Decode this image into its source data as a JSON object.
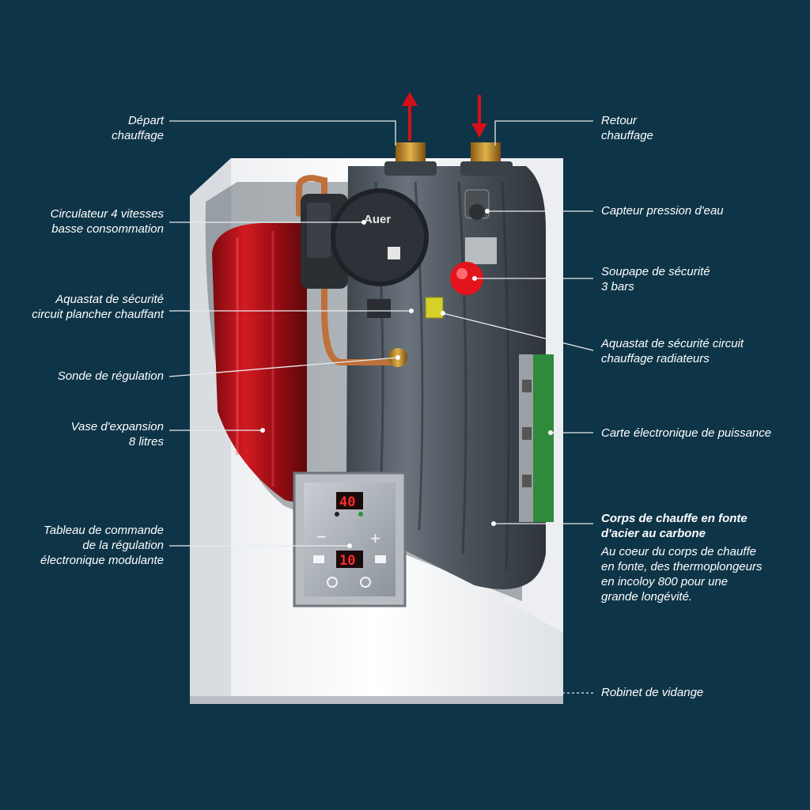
{
  "labels": {
    "depart": "Départ\nchauffage",
    "retour": "Retour\nchauffage",
    "circulateur": "Circulateur 4 vitesses\nbasse consommation",
    "capteur": "Capteur pression d'eau",
    "soupape": "Soupape de sécurité\n3 bars",
    "aquastat_plancher": "Aquastat de sécurité\ncircuit plancher chauffant",
    "aquastat_radiateurs": "Aquastat de sécurité circuit\nchauffage radiateurs",
    "sonde": "Sonde de régulation",
    "vase": "Vase d'expansion\n8 litres",
    "carte": "Carte électronique de puissance",
    "corps_title": "Corps de chauffe en fonte\nd'acier au carbone",
    "corps_desc": "Au coeur du corps de chauffe\nen fonte, des thermoplongeurs\nen incoloy 800 pour une\ngrande longévité.",
    "tableau": "Tableau de commande\nde la régulation\nélectronique modulante",
    "robinet": "Robinet de vidange"
  },
  "panel": {
    "display_top": "40",
    "display_bottom": "10",
    "minus": "−",
    "plus": "+"
  },
  "pump": {
    "brand": "Auer"
  },
  "colors": {
    "background": "#0e3447",
    "arrow": "#d4101a",
    "vessel": "#c4121a",
    "casing": "#f2f3f5",
    "body": "#505a63"
  }
}
